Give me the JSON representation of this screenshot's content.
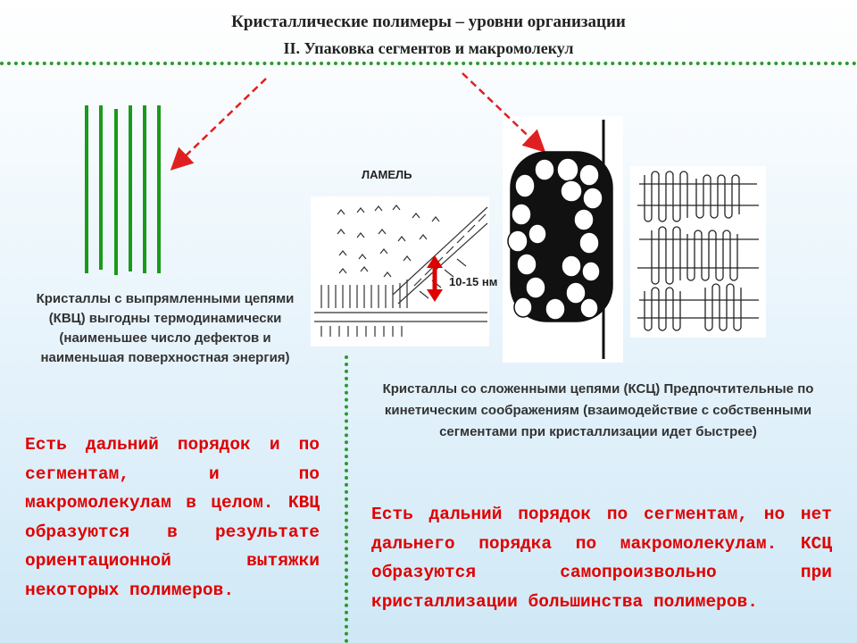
{
  "header": {
    "title": "Кристаллические полимеры – уровни организации",
    "subtitle": "II. Упаковка сегментов и макромолекул"
  },
  "diagram": {
    "lamel_label": "ЛАМЕЛЬ",
    "thickness_label": "10-15 нм",
    "colors": {
      "chain_green": "#1a9a1a",
      "arrow_red": "#e02020",
      "text_red": "#e00000"
    }
  },
  "left": {
    "caption": "Кристаллы с выпрямленными цепями (КВЦ) выгодны термодинамически (наименьшее число дефектов и наименьшая поверхностная энергия)",
    "statement": "Есть дальний порядок и по сегментам, и по макромолекулам в целом. КВЦ образуются в результате ориентационной вытяжки некоторых полимеров."
  },
  "right": {
    "caption": "Кристаллы со сложенными цепями (КСЦ) Предпочтительные по кинетическим соображениям (взаимодействие с собственными сегментами при кристаллизации идет быстрее)",
    "statement": "Есть дальний порядок по сегментам, но нет дальнего порядка по макромолекулам. КСЦ образуются самопроизвольно при кристаллизации большинства полимеров."
  }
}
